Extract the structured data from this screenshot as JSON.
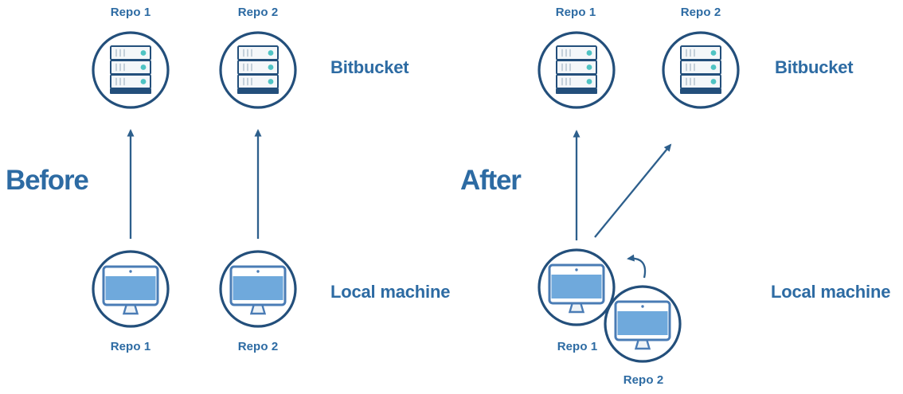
{
  "colors": {
    "background": "#ffffff",
    "navy": "#234f7b",
    "arrow": "#2d5f8c",
    "text_blue": "#2d6ba3",
    "teal": "#4fc3c3",
    "screen_blue": "#6fa9dc",
    "monitor_border": "#4a7cb5",
    "server_fill": "#f4f7f9",
    "server_ticks": "#bcc9d4"
  },
  "icons": {
    "remote": "server-icon",
    "local": "desktop-monitor-icon"
  },
  "diagram": {
    "before": {
      "title": "Before",
      "remote_label": "Bitbucket",
      "local_label": "Local machine",
      "remote_repos": [
        "Repo 1",
        "Repo 2"
      ],
      "local_repos": [
        "Repo 1",
        "Repo 2"
      ]
    },
    "after": {
      "title": "After",
      "remote_label": "Bitbucket",
      "local_label": "Local machine",
      "remote_repos": [
        "Repo 1",
        "Repo 2"
      ],
      "local_repos": [
        "Repo 1",
        "Repo 2"
      ]
    }
  }
}
